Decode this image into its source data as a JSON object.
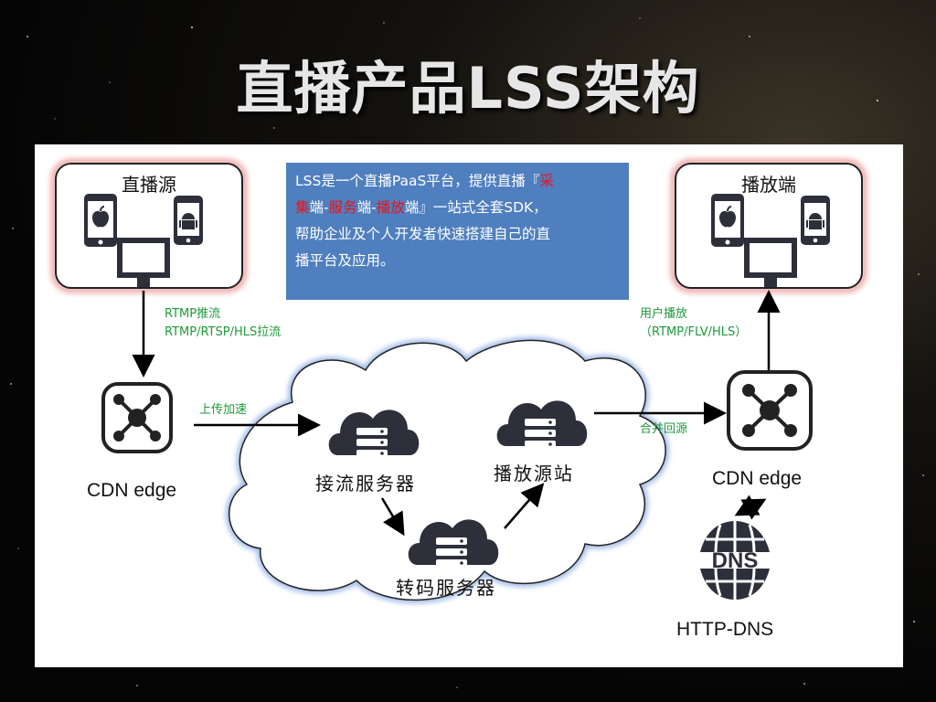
{
  "title": "直播产品LSS架构",
  "source_box": {
    "title": "直播源"
  },
  "player_box": {
    "title": "播放端"
  },
  "info": {
    "line1_a": "LSS是一个直播PaaS平台，提供直播『",
    "line1_b": "采",
    "line2_a": "集",
    "line2_b": "端-",
    "line2_c": "服务",
    "line2_d": "端-",
    "line2_e": "播放",
    "line2_f": "端』一站式全套SDK，",
    "line3": "帮助企业及个人开发者快速搭建自己的直",
    "line4": "播平台及应用。"
  },
  "labels": {
    "push": "RTMP推流",
    "pull": "RTMP/RTSP/HLS拉流",
    "upload": "上传加速",
    "play1": "用户播放",
    "play2": "（RTMP/FLV/HLS）",
    "merge": "合并回源"
  },
  "nodes": {
    "cdn_left": "CDN edge",
    "cdn_right": "CDN edge",
    "ingest": "接流服务器",
    "origin": "播放源站",
    "transcode": "转码服务器",
    "dns_icon_text": "DNS",
    "httpdns": "HTTP-DNS"
  },
  "colors": {
    "accent_blue": "#4f7fbf",
    "green_label": "#1e9a3a",
    "red_text": "#e8141a",
    "icon_dark": "#2d2f3a"
  }
}
